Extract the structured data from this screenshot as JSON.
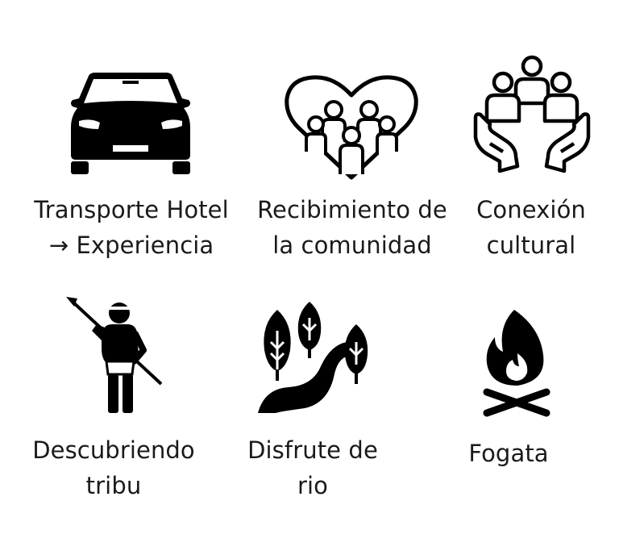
{
  "items": [
    {
      "icon": "car-icon",
      "lines": [
        "Transporte Hotel",
        "→ Experiencia"
      ]
    },
    {
      "icon": "heart-community-icon",
      "lines": [
        "Recibimiento de",
        "la comunidad"
      ]
    },
    {
      "icon": "hands-people-icon",
      "lines": [
        "Conexión",
        "cultural"
      ]
    },
    {
      "icon": "tribesman-spear-icon",
      "lines": [
        "Descubriendo",
        "tribu"
      ]
    },
    {
      "icon": "river-trees-icon",
      "lines": [
        "Disfrute de",
        "rio"
      ]
    },
    {
      "icon": "campfire-icon",
      "lines": [
        "Fogata"
      ]
    }
  ],
  "colors": {
    "ink": "#000000",
    "text": "#1a1a1a",
    "background": "#ffffff"
  }
}
